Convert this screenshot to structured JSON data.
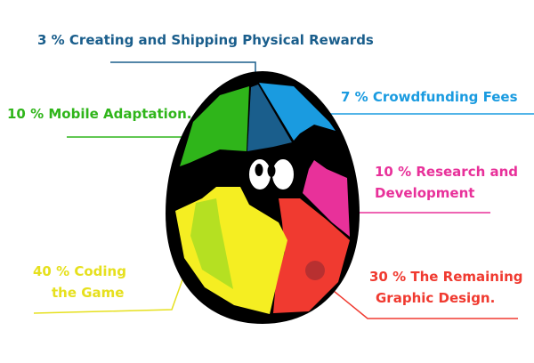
{
  "chart_data": {
    "type": "pie",
    "title": "",
    "slices": [
      {
        "label": "Creating and Shipping Physical Rewards",
        "value": 3,
        "line1": "3 % Creating and Shipping Physical Rewards",
        "line2": "",
        "color": "#1a5e8c"
      },
      {
        "label": "Crowdfunding Fees",
        "value": 7,
        "line1": "7 % Crowdfunding Fees",
        "line2": "",
        "color": "#1a9be0"
      },
      {
        "label": "Mobile Adaptation.",
        "value": 10,
        "line1": "10 % Mobile Adaptation.",
        "line2": "",
        "color": "#2fb51a"
      },
      {
        "label": "Research and Development",
        "value": 10,
        "line1": "10 % Research and",
        "line2": "Development",
        "color": "#e8319a"
      },
      {
        "label": "Coding the Game",
        "value": 40,
        "line1": "40 % Coding",
        "line2": "the Game",
        "color": "#e6e01e"
      },
      {
        "label": "The Remaining Graphic Design.",
        "value": 30,
        "line1": "30 % The Remaining",
        "line2": "Graphic Design.",
        "color": "#f03a30"
      }
    ]
  }
}
